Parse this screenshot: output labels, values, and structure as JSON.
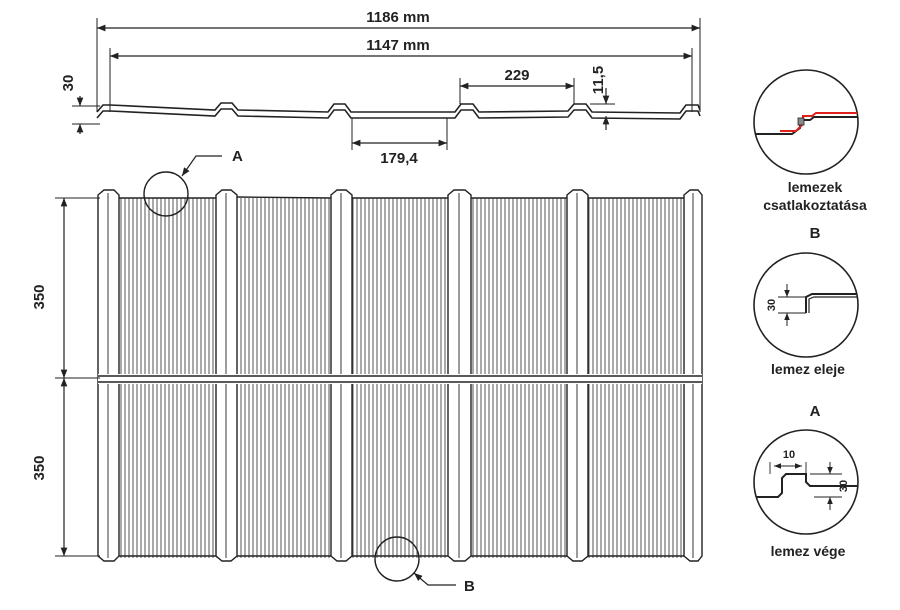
{
  "profile": {
    "overall_width": "1186 mm",
    "cover_width": "1147 mm",
    "rib_pitch": "229",
    "pan_width": "179,4",
    "step_height": "11,5",
    "profile_height": "30"
  },
  "plan": {
    "row_height_top": "350",
    "row_height_bottom": "350",
    "marker_a": "A",
    "marker_b": "B"
  },
  "details": {
    "joint": {
      "caption_line1": "lemezek",
      "caption_line2": "csatlakoztatása"
    },
    "start": {
      "letter": "B",
      "caption": "lemez eleje",
      "height": "30"
    },
    "end": {
      "letter": "A",
      "caption": "lemez vége",
      "width": "10",
      "height": "30"
    }
  },
  "colors": {
    "line": "#222222",
    "accent": "#e0201b"
  }
}
